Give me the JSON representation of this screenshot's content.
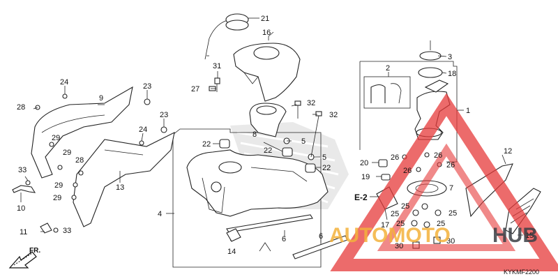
{
  "diagram": {
    "code": "KYKMF2200",
    "front_label": "FR.",
    "section_label": "E-2",
    "watermark": {
      "brand_a": "AUTOMOTO",
      "brand_b": "HUB",
      "color_a": "#f4b23c",
      "color_b": "#3a3f45",
      "mark_color": "#e63a3a"
    },
    "callouts": {
      "c1": "1",
      "c2": "2",
      "c3": "3",
      "c4": "4",
      "c5a": "5",
      "c5b": "5",
      "c6a": "6",
      "c6b": "6",
      "c7": "7",
      "c8": "8",
      "c9": "9",
      "c10": "10",
      "c11": "11",
      "c12": "12",
      "c13": "13",
      "c14": "14",
      "c15": "15",
      "c16": "16",
      "c17": "17",
      "c18": "18",
      "c19": "19",
      "c20": "20",
      "c21": "21",
      "c22a": "22",
      "c22b": "22",
      "c22c": "22",
      "c23a": "23",
      "c23b": "23",
      "c24a": "24",
      "c24b": "24",
      "c25a": "25",
      "c25b": "25",
      "c25c": "25",
      "c25d": "25",
      "c25e": "25",
      "c26a": "26",
      "c26b": "26",
      "c26c": "26",
      "c26d": "26",
      "c27": "27",
      "c28a": "28",
      "c28b": "28",
      "c29a": "29",
      "c29b": "29",
      "c29c": "29",
      "c29d": "29",
      "c30a": "30",
      "c30b": "30",
      "c31": "31",
      "c32a": "32",
      "c32b": "32",
      "c33a": "33",
      "c33b": "33"
    }
  }
}
